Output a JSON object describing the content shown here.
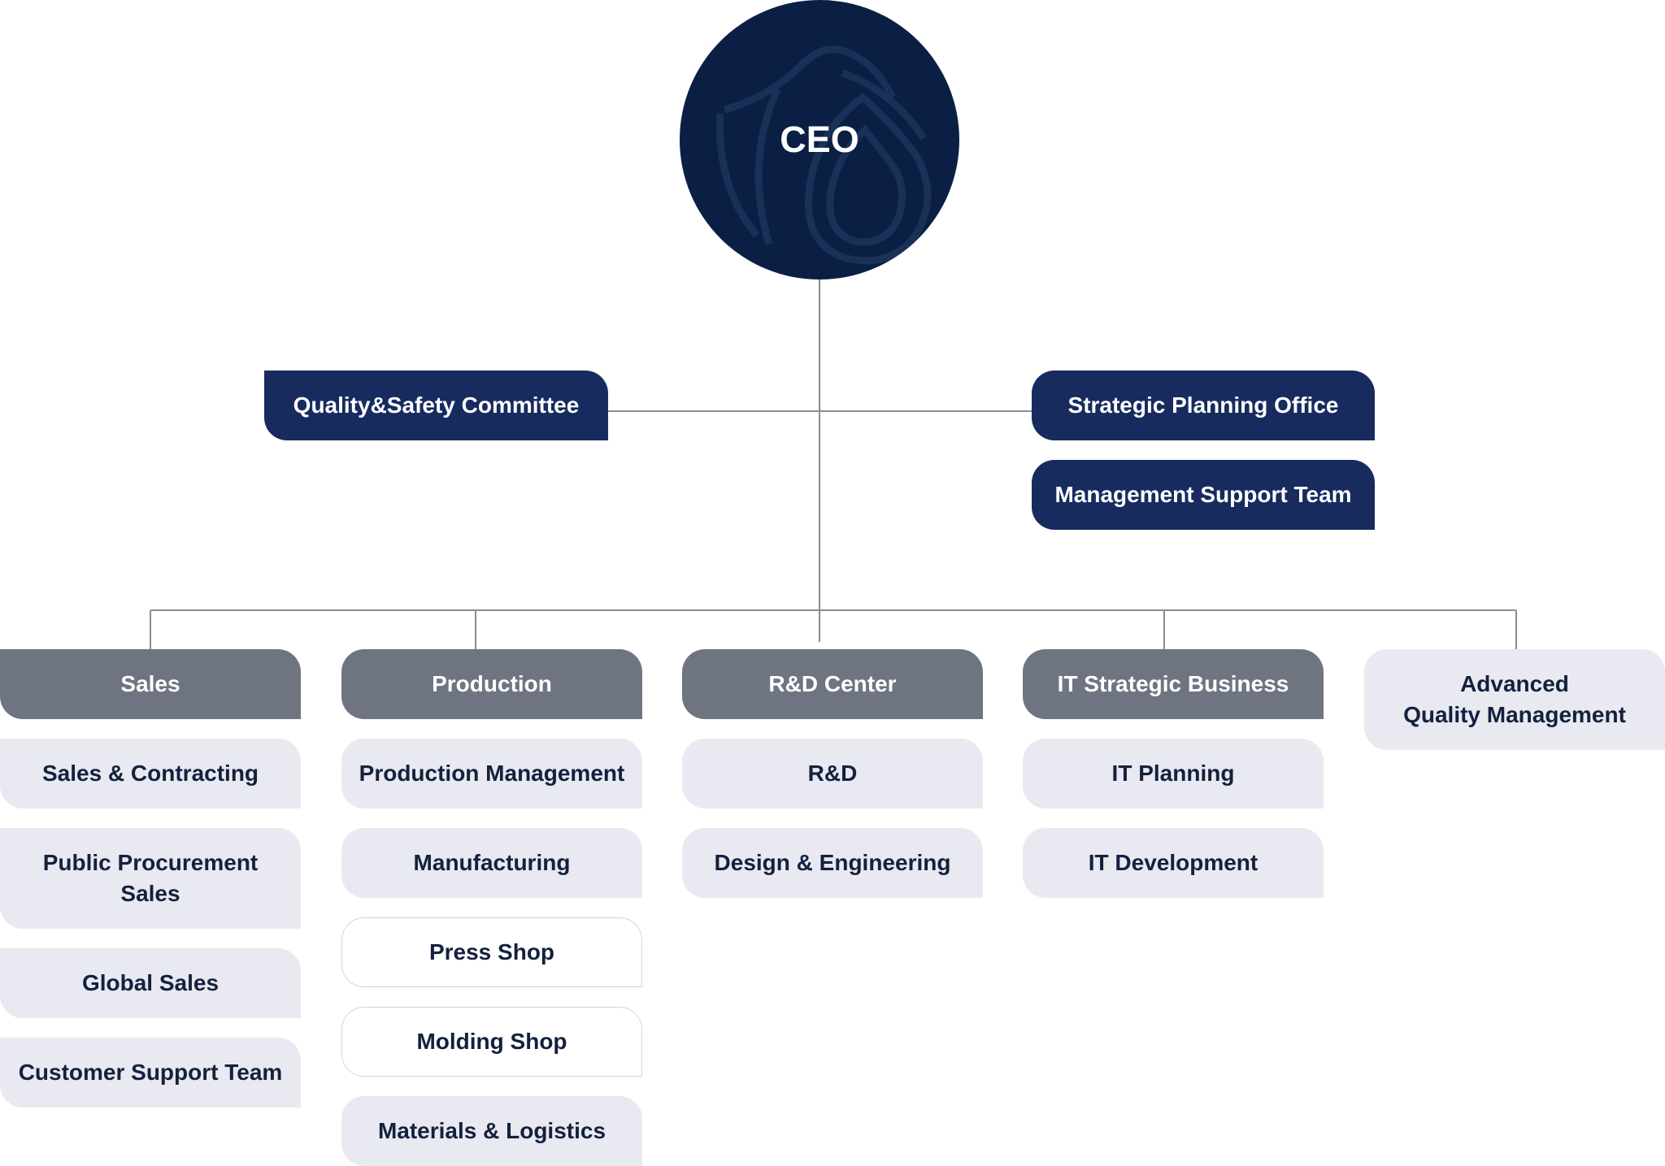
{
  "ceo": {
    "label": "CEO"
  },
  "staff": {
    "quality_safety": "Quality&Safety Committee",
    "strategic_planning": "Strategic Planning Office",
    "management_support": "Management Support Team"
  },
  "divisions": [
    {
      "name": "Sales",
      "teams": [
        "Sales & Contracting",
        "Public Procurement\nSales",
        "Global Sales",
        "Customer Support Team"
      ]
    },
    {
      "name": "Production",
      "teams": [
        "Production Management",
        "Manufacturing",
        "Press Shop",
        "Molding Shop",
        "Materials & Logistics"
      ]
    },
    {
      "name": "R&D Center",
      "teams": [
        "R&D",
        "Design & Engineering"
      ]
    },
    {
      "name": "IT Strategic Business",
      "teams": [
        "IT Planning",
        "IT Development"
      ]
    },
    {
      "name": "Advanced\nQuality Management",
      "teams": []
    }
  ],
  "colors": {
    "ceo": "#0b1f45",
    "staff": "#172b5f",
    "division": "#6f7580",
    "team": "#e8e9f1",
    "team_outline": "#d2d5de",
    "text_dark": "#14213d",
    "line": "#8a8d93"
  }
}
